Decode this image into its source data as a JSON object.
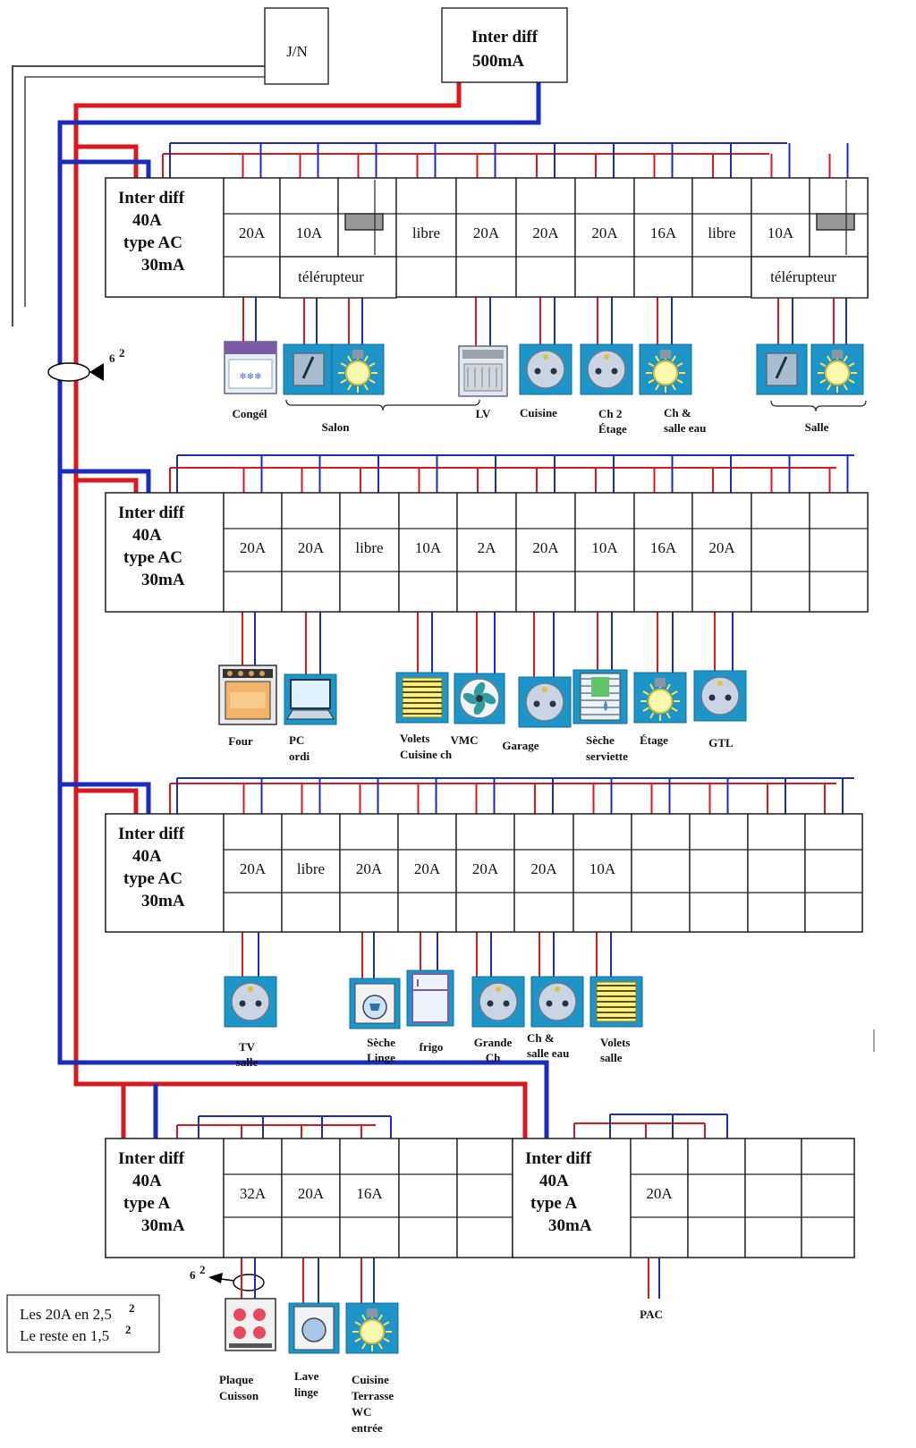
{
  "title_boxes": {
    "jn": "J/N",
    "main_diff": [
      "Inter diff",
      "500mA"
    ]
  },
  "section_cable": "6",
  "section_cable_exp": "2",
  "legend": {
    "line1": "Les 20A en 2,5",
    "line1_exp": "2",
    "line2": "Le reste en 1,5",
    "line2_exp": "2"
  },
  "colors": {
    "phase": "#d9191c",
    "neutral": "#1a2bbf",
    "earth": "#4d4d4d",
    "icon_bg": "#1d95c9"
  },
  "rows": [
    {
      "id": "row1",
      "diff": [
        "Inter diff",
        "40A",
        "type AC",
        "30mA"
      ],
      "calibres": [
        "20A",
        "10A",
        "",
        "libre",
        "20A",
        "20A",
        "20A",
        "16A",
        "libre",
        "10A",
        ""
      ],
      "telerupteur": [
        "télérupteur",
        "télérupteur"
      ],
      "loads": [
        {
          "icon": "freezer-icon",
          "caption": [
            "Congél"
          ]
        },
        {
          "icon": "switch-icon",
          "caption": []
        },
        {
          "icon": "bulb-icon",
          "caption": []
        },
        {
          "icon": "dishwasher-icon",
          "caption": [
            "LV"
          ]
        },
        {
          "icon": "socket-icon",
          "caption": [
            "Cuisine"
          ]
        },
        {
          "icon": "socket-icon",
          "caption": [
            "Ch  2",
            "Étage"
          ]
        },
        {
          "icon": "bulb-icon",
          "caption": [
            "Ch &",
            "salle eau"
          ]
        },
        {
          "icon": "switch-icon",
          "caption": []
        },
        {
          "icon": "bulb-icon",
          "caption": []
        }
      ],
      "group_labels": [
        "Salon",
        "Salle"
      ]
    },
    {
      "id": "row2",
      "diff": [
        "Inter diff",
        "40A",
        "type AC",
        "30mA"
      ],
      "calibres": [
        "20A",
        "20A",
        "libre",
        "10A",
        "2A",
        "20A",
        "10A",
        "16A",
        "20A",
        "",
        ""
      ],
      "loads": [
        {
          "icon": "oven-icon",
          "caption": [
            "Four"
          ]
        },
        {
          "icon": "computer-icon",
          "caption": [
            "PC",
            "ordi"
          ]
        },
        {
          "icon": "shutter-icon",
          "caption": [
            "Volets",
            "Cuisine ch"
          ]
        },
        {
          "icon": "fan-icon",
          "caption": [
            "VMC"
          ]
        },
        {
          "icon": "socket-icon",
          "caption": [
            "Garage"
          ]
        },
        {
          "icon": "towel-dryer-icon",
          "caption": [
            "Sèche",
            "serviette"
          ]
        },
        {
          "icon": "bulb-icon",
          "caption": [
            "Étage"
          ]
        },
        {
          "icon": "socket-icon",
          "caption": [
            "GTL"
          ]
        }
      ]
    },
    {
      "id": "row3",
      "diff": [
        "Inter diff",
        "40A",
        "type AC",
        "30mA"
      ],
      "calibres": [
        "20A",
        "libre",
        "20A",
        "20A",
        "20A",
        "20A",
        "10A",
        "",
        "",
        "",
        ""
      ],
      "loads": [
        {
          "icon": "socket-icon",
          "caption": [
            "TV",
            "salle"
          ]
        },
        {
          "icon": "dryer-icon",
          "caption": [
            "Sèche",
            "Linge"
          ]
        },
        {
          "icon": "fridge-icon",
          "caption": [
            "frigo"
          ]
        },
        {
          "icon": "socket-icon",
          "caption": [
            "Grande",
            "Ch"
          ]
        },
        {
          "icon": "socket-icon",
          "caption": [
            "Ch &",
            "salle eau"
          ]
        },
        {
          "icon": "shutter-icon",
          "caption": [
            "Volets",
            "salle"
          ]
        }
      ]
    },
    {
      "id": "row4a",
      "diff": [
        "Inter diff",
        "40A",
        "type A",
        "30mA"
      ],
      "calibres": [
        "32A",
        "20A",
        "16A",
        "",
        ""
      ],
      "loads": [
        {
          "icon": "hob-icon",
          "caption": [
            "Plaque",
            "Cuisson"
          ]
        },
        {
          "icon": "washing-machine-icon",
          "caption": [
            "Lave",
            "linge"
          ]
        },
        {
          "icon": "bulb-icon",
          "caption": [
            "Cuisine",
            "Terrasse",
            "WC",
            "entrée"
          ]
        }
      ]
    },
    {
      "id": "row4b",
      "diff": [
        "Inter diff",
        "40A",
        "type A",
        "30mA"
      ],
      "calibres": [
        "20A",
        "",
        "",
        ""
      ],
      "loads": [
        {
          "icon": "",
          "caption": [
            "PAC"
          ]
        }
      ]
    }
  ]
}
